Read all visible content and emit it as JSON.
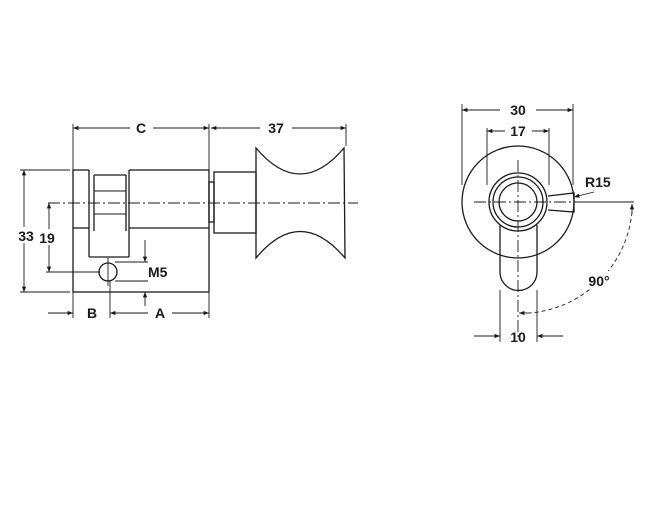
{
  "side_view": {
    "dim_c": "C",
    "dim_knob_length": "37",
    "dim_height": "33",
    "dim_center_height": "19",
    "dim_thread": "M5",
    "dim_b": "B",
    "dim_a": "A"
  },
  "front_view": {
    "dim_diameter": "30",
    "dim_inner": "17",
    "dim_radius": "R15",
    "dim_angle": "90°",
    "dim_lever_width": "10"
  },
  "colors": {
    "line": "#1a1a1a",
    "background": "#ffffff"
  }
}
